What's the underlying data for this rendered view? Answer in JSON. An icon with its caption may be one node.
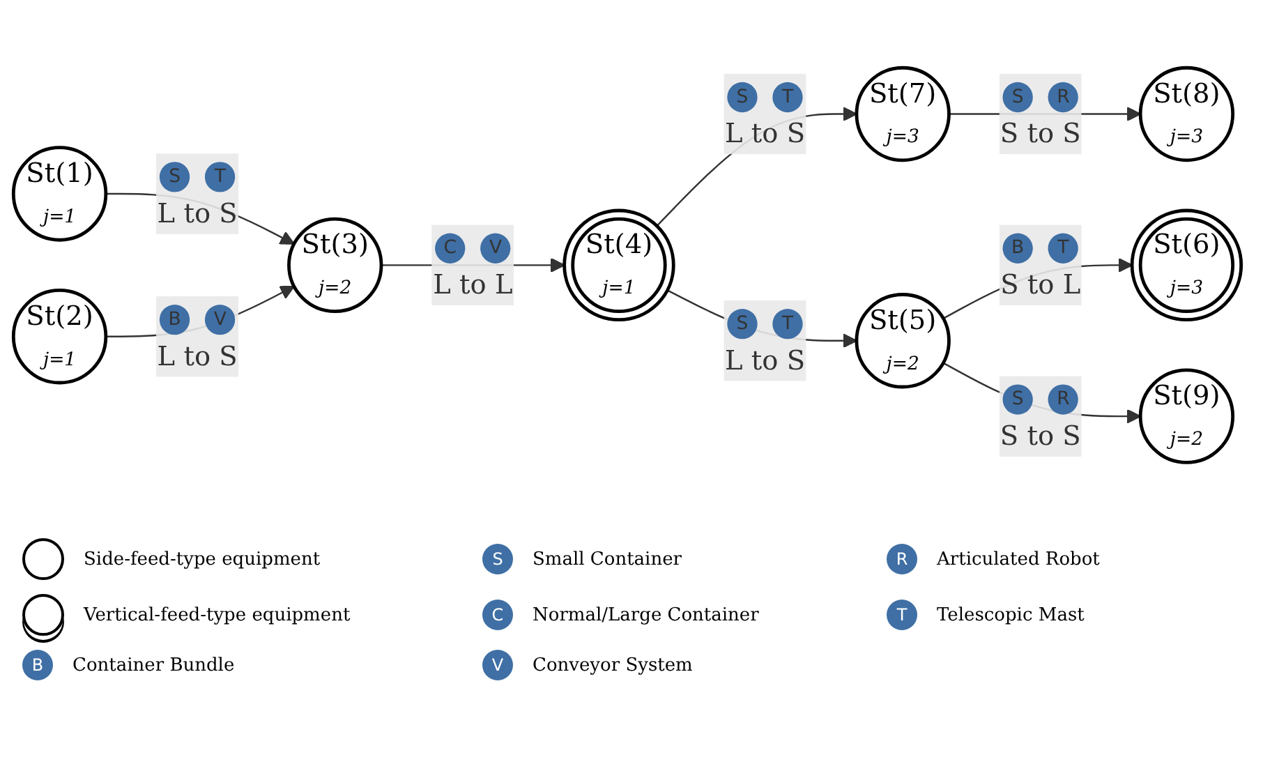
{
  "diagram": {
    "nodes": [
      {
        "text": [
          "St(1)",
          "j=1"
        ]
      },
      {
        "text": [
          "St(2)",
          "j=1"
        ]
      },
      {
        "text": [
          "St(3)",
          "j=2"
        ]
      },
      {
        "text": [
          "St(4)",
          "j=1"
        ]
      },
      {
        "text": [
          "St(5)",
          "j=2"
        ]
      },
      {
        "text": [
          "St(6)",
          "j=3"
        ]
      },
      {
        "text": [
          "St(7)",
          "j=3"
        ]
      },
      {
        "text": [
          "St(8)",
          "j=3"
        ]
      },
      {
        "text": [
          "St(9)",
          "j=2"
        ]
      }
    ],
    "edges": [
      {
        "from": 0,
        "to": 2,
        "arrow": "to",
        "label": "L to S"
      },
      {
        "from": 1,
        "to": 2,
        "arrow": "to",
        "label": "L to S"
      },
      {
        "from": 2,
        "to": 3,
        "arrow": "to",
        "label": "L to L"
      },
      {
        "from": 3,
        "to": 6,
        "arrow": "to",
        "label": "L to S"
      },
      {
        "from": 6,
        "to": 7,
        "arrow": "to",
        "label": "S to S"
      },
      {
        "from": 3,
        "to": 4,
        "arrow": "to",
        "label": "L to S"
      },
      {
        "from": 4,
        "to": 5,
        "arrow": "to",
        "label": "S to L"
      },
      {
        "from": 4,
        "to": 8,
        "arrow": "to",
        "label": "S to S"
      }
    ],
    "labels": [
      "S",
      "T",
      "S",
      "R",
      "S",
      "T",
      "C",
      "V",
      "S",
      "T",
      "B",
      "T",
      "B",
      "V",
      "S",
      "R",
      "S",
      "R",
      "C",
      "T",
      "B",
      "V"
    ],
    "legend": [
      {
        "text": "Side-feed-type equipment"
      },
      {
        "text": "Small Container"
      },
      {
        "text": "Articulated Robot"
      },
      {
        "text": "Vertical-feed-type equipment"
      },
      {
        "text": "Normal/Large Container"
      },
      {
        "text": "Telescopic Mast"
      },
      {
        "text": "Container Bundle"
      },
      {
        "text": "Conveyor System"
      }
    ]
  }
}
